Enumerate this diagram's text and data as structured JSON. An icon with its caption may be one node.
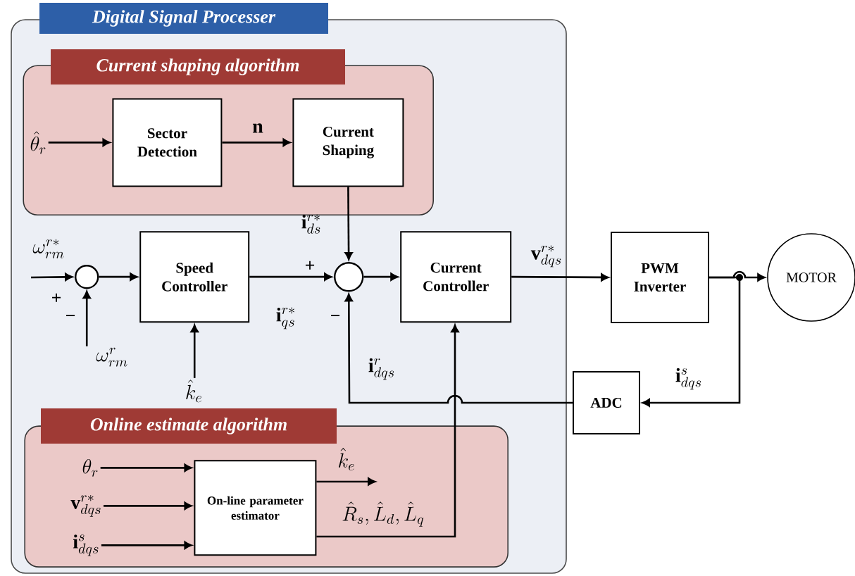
{
  "diagram": {
    "nodes": [
      {
        "text": [
          "Digital Signal Processer"
        ]
      },
      {
        "text": [
          "Current shaping algorithm"
        ],
        "in": 0
      },
      {
        "text": [
          "Sector Detection"
        ],
        "in": 1
      },
      {
        "text": [
          "Current Shaping"
        ],
        "in": 1
      },
      {
        "text": [
          "\\hat{\\theta}_r"
        ],
        "in": 1
      },
      {
        "text": [
          "\\omega^{r*}_{rm}"
        ],
        "in": 0
      },
      {
        "text": [],
        "shape": "circle",
        "in": 0
      },
      {
        "text": [
          "\\omega^{r}_{rm}"
        ],
        "in": 0
      },
      {
        "text": [
          "Speed Controller"
        ],
        "in": 0
      },
      {
        "text": [
          "\\hat{k}_e"
        ],
        "in": 0
      },
      {
        "text": [],
        "shape": "circle",
        "in": 0
      },
      {
        "text": [
          "Current Controller"
        ],
        "in": 0
      },
      {
        "text": [
          "Online estimate algorithm"
        ],
        "in": 0
      },
      {
        "text": [
          "\\theta_r"
        ],
        "in": 12
      },
      {
        "text": [
          "\\mathbf{v}^{r*}_{dqs}"
        ],
        "in": 12
      },
      {
        "text": [
          "\\mathbf{i}^{s}_{dqs}"
        ],
        "in": 12
      },
      {
        "text": [
          "On-line parameter estimator"
        ],
        "in": 12
      },
      {
        "text": [
          "PWM Inverter"
        ]
      },
      {
        "text": [
          "MOTOR"
        ]
      },
      {
        "text": [
          "ADC"
        ]
      }
    ],
    "edges": [
      {
        "from": 4,
        "to": 2,
        "arrow": "to"
      },
      {
        "from": 2,
        "to": 3,
        "arrow": "to",
        "label": "\\mathbf{n}"
      },
      {
        "from": 3,
        "to": 10,
        "arrow": "to",
        "label": "\\mathbf{i}^{r*}_{ds}"
      },
      {
        "from": 5,
        "to": 6,
        "arrow": "to"
      },
      {
        "from": 7,
        "to": 6,
        "arrow": "to"
      },
      {
        "from": 6,
        "to": 8,
        "arrow": "to"
      },
      {
        "from": 9,
        "to": 8,
        "arrow": "to"
      },
      {
        "from": 8,
        "to": 10,
        "arrow": "to",
        "label": "\\mathbf{i}^{r*}_{qs}"
      },
      {
        "from": 10,
        "to": 11,
        "arrow": "to"
      },
      {
        "from": 11,
        "to": 17,
        "arrow": "to",
        "label": "\\mathbf{v}^{r*}_{dqs}"
      },
      {
        "from": 17,
        "to": 18,
        "arrow": "to"
      },
      {
        "from": 17,
        "to": 19,
        "arrow": "to",
        "label": "\\mathbf{i}^{s}_{dqs}"
      },
      {
        "from": 19,
        "to": 10,
        "arrow": "to",
        "label": "\\mathbf{i}^{r}_{dqs}"
      },
      {
        "from": 13,
        "to": 16,
        "arrow": "to"
      },
      {
        "from": 14,
        "to": 16,
        "arrow": "to"
      },
      {
        "from": 15,
        "to": 16,
        "arrow": "to"
      },
      {
        "from": 16,
        "to": null,
        "arrow": "to",
        "label": "\\hat{k}_e"
      },
      {
        "from": 16,
        "to": 11,
        "arrow": "to",
        "label": "\\hat{R}_s, \\hat{L}_d, \\hat{L}_q"
      }
    ],
    "labels": [
      "+",
      "−",
      "+",
      "−"
    ]
  }
}
